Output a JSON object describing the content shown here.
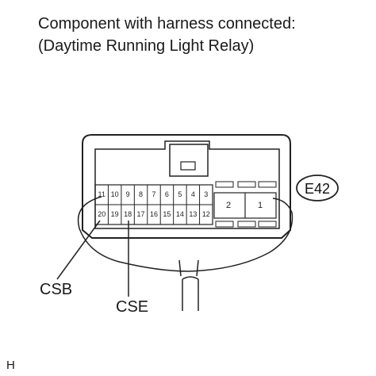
{
  "title_line1": "Component with harness connected:",
  "title_line2": "(Daytime Running Light Relay)",
  "connector_id": "E42",
  "pins_top_row": [
    "11",
    "10",
    "9",
    "8",
    "7",
    "6",
    "5",
    "4",
    "3"
  ],
  "pins_bottom_row": [
    "20",
    "19",
    "18",
    "17",
    "16",
    "15",
    "14",
    "13",
    "12"
  ],
  "pins_right": [
    "2",
    "1"
  ],
  "callouts": {
    "csb": "CSB",
    "cse": "CSE"
  },
  "figure_code": "H"
}
